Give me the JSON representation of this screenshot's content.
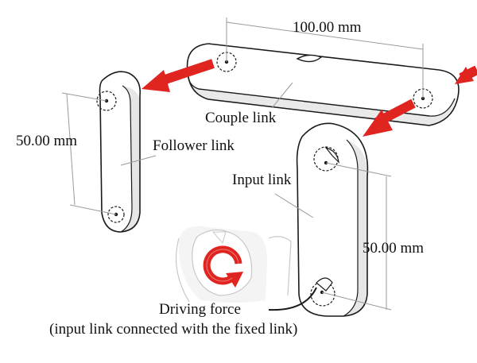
{
  "labels": {
    "top_dimension": "100.00 mm",
    "left_dimension": "50.00 mm",
    "right_dimension": "50.00 mm",
    "couple_link": "Couple link",
    "follower_link": "Follower link",
    "input_link": "Input link",
    "driving_force": "Driving force",
    "driving_force_note": "(input link connected with the fixed link)"
  },
  "colors": {
    "arrow_red": "#e02420",
    "outline": "#1a1a1a",
    "dimension_line": "#9a9a9a",
    "shade": "#e6e6e6"
  }
}
